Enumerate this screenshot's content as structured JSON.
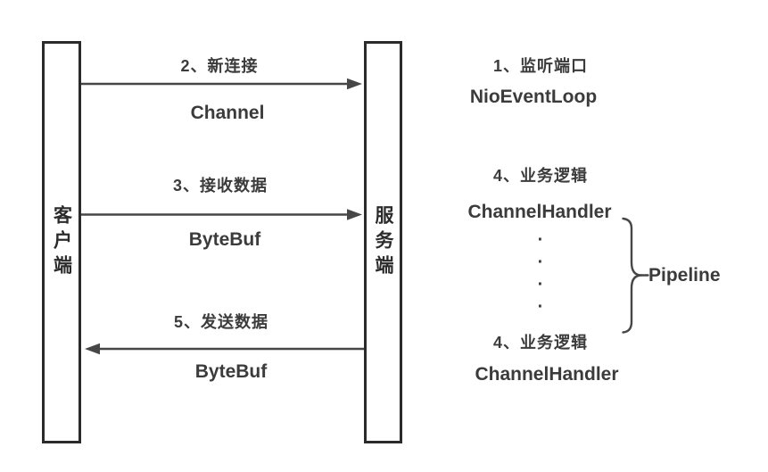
{
  "diagram": {
    "client_bar": {
      "label": "客户端"
    },
    "server_bar": {
      "label": "服务端"
    },
    "flows": [
      {
        "step_label": "2、新连接",
        "payload": "Channel",
        "direction": "right"
      },
      {
        "step_label": "3、接收数据",
        "payload": "ByteBuf",
        "direction": "right"
      },
      {
        "step_label": "5、发送数据",
        "payload": "ByteBuf",
        "direction": "left"
      }
    ],
    "server_side": {
      "listen_step": "1、监听端口",
      "listen_component": "NioEventLoop",
      "logic_top_step": "4、业务逻辑",
      "logic_top_component": "ChannelHandler",
      "dots": [
        "·",
        "·",
        "·",
        "·"
      ],
      "pipeline_label": "Pipeline",
      "logic_bottom_step": "4、业务逻辑",
      "logic_bottom_component": "ChannelHandler"
    },
    "colors": {
      "background": "#ffffff",
      "text": "#3b3b3b",
      "bar_border": "#2b2b2b",
      "arrow": "#474747"
    }
  }
}
